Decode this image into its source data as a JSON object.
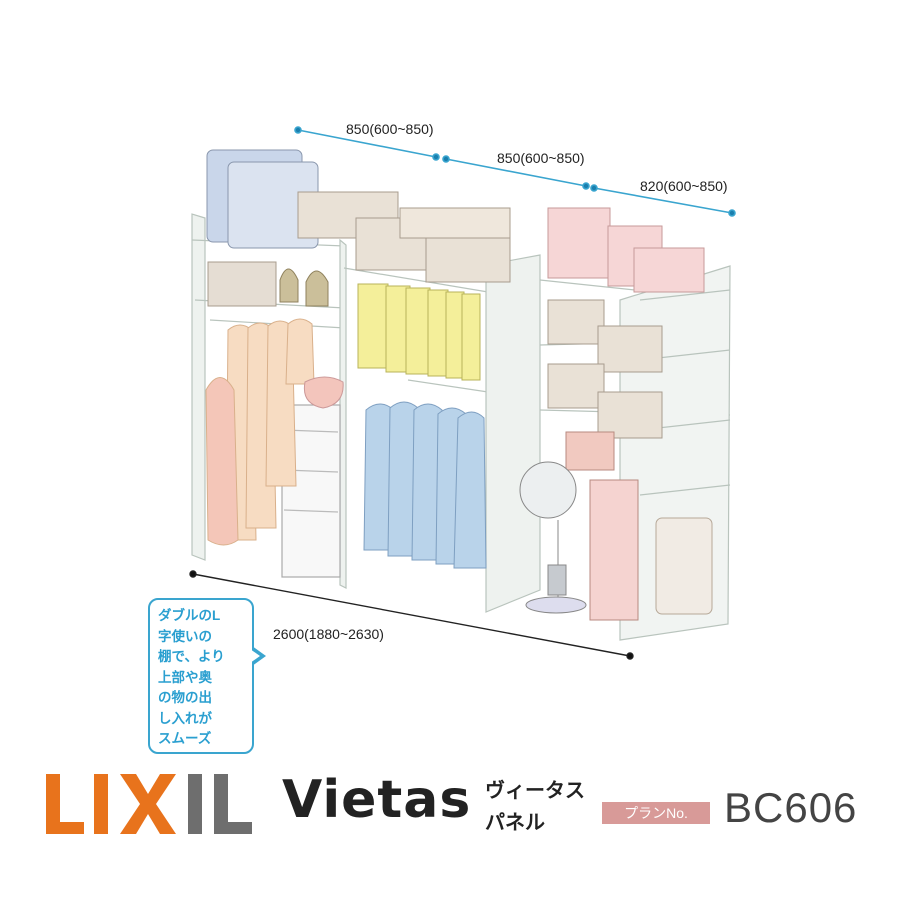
{
  "dimensions": {
    "top_1": "850(600~850)",
    "top_2": "850(600~850)",
    "top_3": "820(600~850)",
    "width": "2600(1880~2630)"
  },
  "callout": {
    "text": "ダブルのL\n字使いの\n棚で、より\n上部や奥\nの物の出\nし入れが\nスムーズ"
  },
  "brand": {
    "logo_text": "LIXIL",
    "name": "Vietas",
    "product_line1": "ヴィータス",
    "product_line2": "パネル"
  },
  "plan": {
    "label": "プランNo.",
    "number": "BC606"
  },
  "colors": {
    "dimension_line": "#3aa5cf",
    "callout_border": "#3aa5cf",
    "logo_orange": "#e8731c",
    "logo_gray": "#6e6e6e",
    "plan_label_bg": "#d89a98"
  },
  "icons": {
    "logo": "lixil-logo"
  }
}
